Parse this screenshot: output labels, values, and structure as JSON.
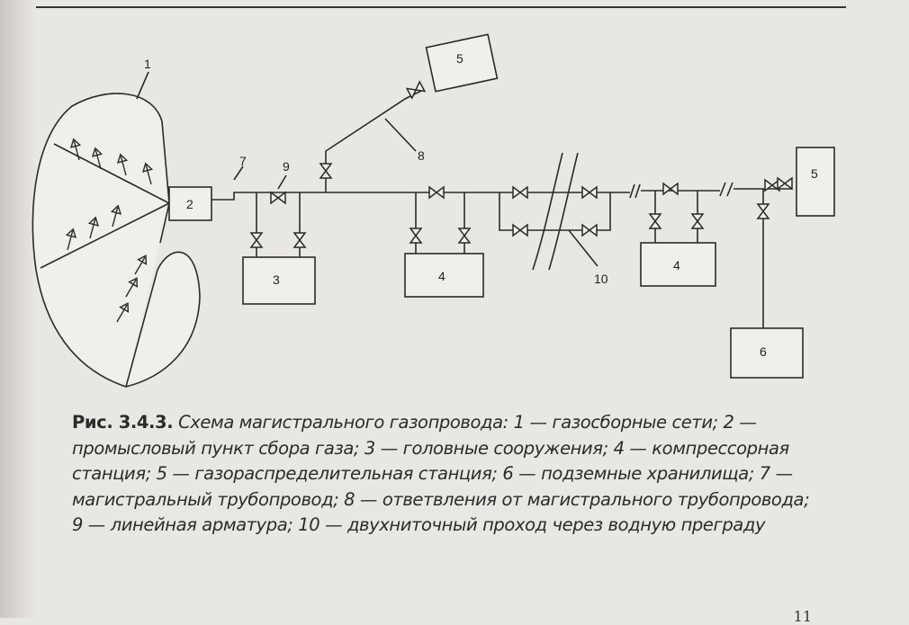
{
  "diagram": {
    "labels": {
      "n1": "1",
      "n2": "2",
      "n3": "3",
      "n4a": "4",
      "n4b": "4",
      "n5a": "5",
      "n5b": "5",
      "n6": "6",
      "n7": "7",
      "n8": "8",
      "n9": "9",
      "n10": "10"
    }
  },
  "caption": {
    "figure": "Рис. 3.4.3.",
    "text": "Схема магистрального газопровода: 1 — газосборные сети; 2 — промысловый пункт сбора газа; 3 — головные сооружения; 4 — компрессорная станция; 5 — газораспределительная станция; 6 — подземные хранилища; 7 — магистральный трубопровод; 8 — ответвления от магистрального трубопровода; 9 — линейная арматура; 10 — двухниточный проход через водную преграду"
  },
  "page_number": "11"
}
